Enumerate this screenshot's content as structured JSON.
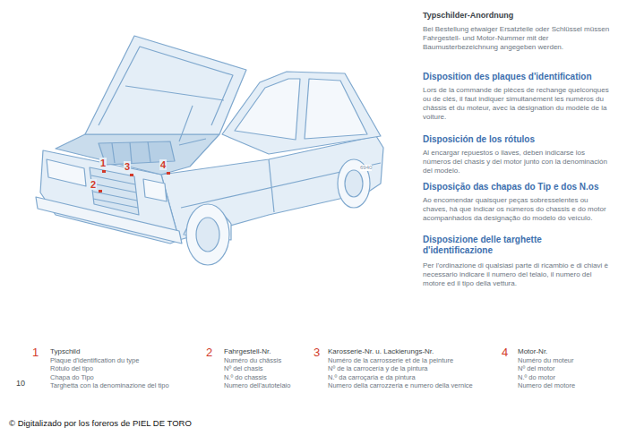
{
  "diagram": {
    "title": "Typschilder-Anordnung",
    "labels": [
      "Bei Bestellung etwaiger Ersatzteile oder Schlüssel müssen Fahrgestell- und Motor-Nummer mit der Baumusterbezeichnung angegeben werden.",
      "Disposition des plaques d'identification",
      "Lors de la commande de pièces de rechange quelconques ou de clés, il faut indiquer simultanément les numéros du châssis et du moteur, avec la désignation du modèle de la voiture.",
      "Disposición de los rótulos",
      "Al encargar repuestos o llaves, deben indicarse los números del chasis y del motor junto con la denominación del modelo.",
      "Disposição das chapas do Tip e dos N.os",
      "Ao encomendar quaisquer peças sobresselentes ou chaves, há que indicar os números do chassis e do motor acompanhados da designação do modelo do veículo.",
      "Disposizione delle targhette d'identificazione",
      "Per l'ordinazione di qualsiasi parte di ricambio e di chiavi è necessario indicare il numero del telaio, il numero del motore ed il tipo della vettura.",
      "1",
      "2",
      "3",
      "4",
      "6940",
      "1",
      "Typschild",
      "Plaque d'identification du type",
      "Rótulo del tipo",
      "Chapa do Tipo",
      "Targhetta con la denominazione del tipo",
      "2",
      "Fahrgestell-Nr.",
      "Numéro du châssis",
      "Nº del chasis",
      "N.º do chassis",
      "Numero dell'autotelaio",
      "3",
      "Karosserie-Nr. u. Lackierungs-Nr.",
      "Numéro de la carrosserie et de la peinture",
      "Nº de la carrocería y de la pintura",
      "N.º da carroçaria e da pintura",
      "Numero della carrozzeria e numero della vernice",
      "4",
      "Motor-Nr.",
      "Numéro du moteur",
      "Nº del motor",
      "N.º do motor",
      "Numero del motore",
      "10",
      "© Digitalizado por los foreros de PIEL DE TORO"
    ]
  }
}
